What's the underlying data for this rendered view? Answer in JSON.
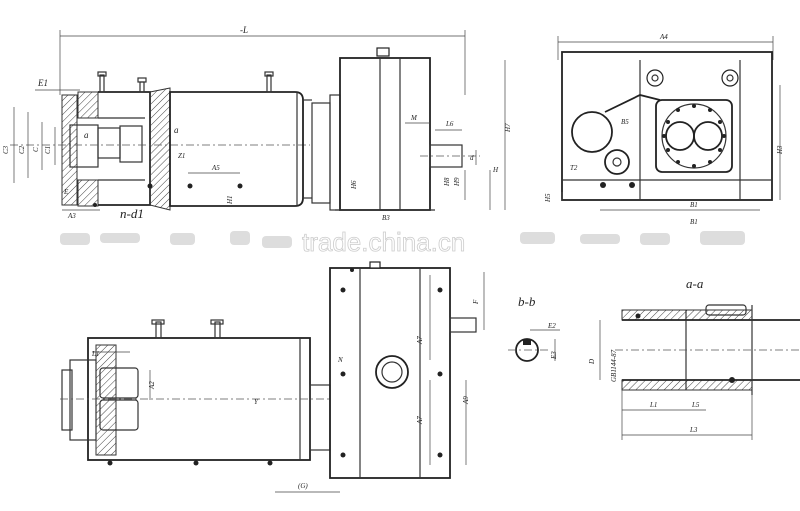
{
  "watermark": "trade.china.cn",
  "views": {
    "front": {
      "labels": {
        "length": "-L",
        "e1": "E1",
        "a_left": "a",
        "a_right": "a",
        "c3": "C3",
        "c2": "C2",
        "c": "C",
        "c1": "C1",
        "z1": "Z1",
        "a5": "A5",
        "e": "E",
        "h1": "H1",
        "a3": "A3",
        "n_d1": "n-d1",
        "h6": "H6",
        "b3": "B3",
        "m": "M",
        "l6": "L6",
        "h8": "H8",
        "h9": "H9",
        "d": "d",
        "h": "H",
        "h7": "H7"
      }
    },
    "side": {
      "labels": {
        "a4": "A4",
        "b5": "B5",
        "h3": "H3",
        "t2": "T2",
        "h5": "H5",
        "b1": "B1",
        "b1_bottom": "B1"
      }
    },
    "top": {
      "labels": {
        "l1": "L1",
        "a2": "A2",
        "n": "N",
        "y": "Y",
        "a7": "A7",
        "a9": "A9",
        "f": "F",
        "g": "(G)"
      }
    },
    "section_bb": {
      "title": "b-b",
      "labels": {
        "e2": "E2",
        "e3": "E3"
      }
    },
    "section_aa": {
      "title": "a-a",
      "labels": {
        "d": "D",
        "std": "GB1144-87",
        "l1": "L1",
        "l5": "L5",
        "l3": "L3"
      }
    }
  }
}
